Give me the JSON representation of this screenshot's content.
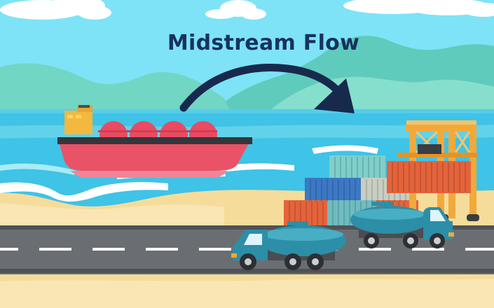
{
  "title": "Midstream Flow",
  "colors": {
    "sky": "#7ee3f6",
    "title": "#17325e",
    "arrow": "#172a4d",
    "sea": "#3fc3e6",
    "sand": "#f6dc9a",
    "road": "#6a6e72",
    "ship_hull": "#ea5267",
    "tank": "#e84b62",
    "crane": "#f2a93b",
    "truck": "#2c8fa7"
  },
  "icons": [
    "cloud",
    "mountains",
    "lng-tanker-ship",
    "curved-arrow",
    "shipping-containers",
    "gantry-crane",
    "tanker-truck",
    "road"
  ]
}
